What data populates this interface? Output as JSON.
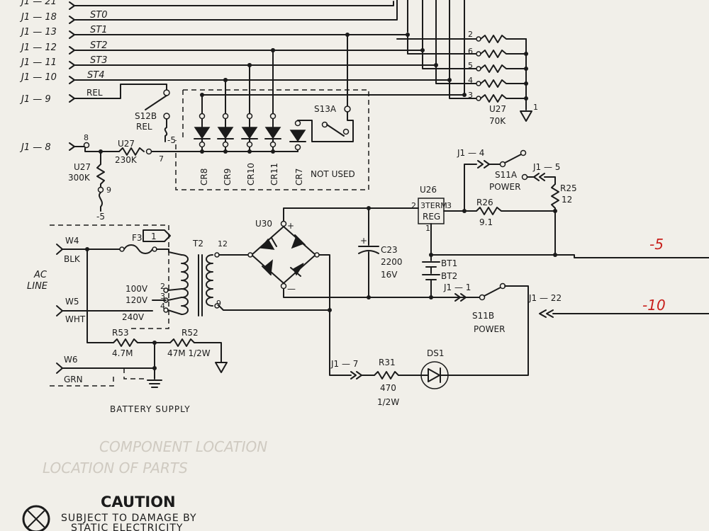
{
  "connector_inputs": {
    "top": "J1 — 21",
    "stl": [
      {
        "pin": "J1 — 18",
        "sig": "ST0"
      },
      {
        "pin": "J1 — 13",
        "sig": "ST1"
      },
      {
        "pin": "J1 — 12",
        "sig": "ST2"
      },
      {
        "pin": "J1 — 11",
        "sig": "ST3"
      },
      {
        "pin": "J1 — 10",
        "sig": "ST4"
      }
    ],
    "rel_pin": "J1 — 9",
    "rel_sig": "REL",
    "j1_8": "J1 — 8"
  },
  "switches": {
    "s12b": "S12B",
    "s12b_sub": "REL",
    "s13a": "S13A",
    "s11a": "S11A",
    "s11a_sub": "POWER",
    "s11b": "S11B",
    "s11b_sub": "POWER"
  },
  "diodes": [
    "CR8",
    "CR9",
    "CR10",
    "CR11",
    "CR7"
  ],
  "not_used": "NOT USED",
  "resistor_pack": {
    "pins": [
      "2",
      "6",
      "5",
      "4",
      "3"
    ],
    "gnd_pin": "1",
    "name": "U27",
    "value": "70K"
  },
  "u27_series": {
    "name": "U27",
    "value": "230K",
    "pin_in": "8",
    "pin_out": "7"
  },
  "u27_shunt": {
    "name": "U27",
    "value": "300K",
    "pin": "9"
  },
  "minus5_small": "-5",
  "regulator": {
    "name": "U26",
    "line1": "3TERM",
    "line2": "REG",
    "pin_in": "2",
    "pin_out": "3",
    "pin_gnd": "1"
  },
  "r26": {
    "name": "R26",
    "value": "9.1"
  },
  "r25": {
    "name": "R25",
    "value": "12"
  },
  "j1_4": "J1 — 4",
  "j1_5": "J1 — 5",
  "j1_1": "J1 — 1",
  "j1_22": "J1 — 22",
  "j1_7": "J1 — 7",
  "bridge": {
    "name": "U30",
    "plus": "+",
    "minus": "—"
  },
  "c23": {
    "name": "C23",
    "value": "2200",
    "voltage": "16V",
    "polarity": "+"
  },
  "battery": {
    "bt1": "BT1",
    "bt2": "BT2"
  },
  "transformer": {
    "name": "T2",
    "pin12": "12",
    "pin9": "9",
    "taps": [
      {
        "label": "100V",
        "pin": "2"
      },
      {
        "label": "120V",
        "pin": "3"
      },
      {
        "label": "240V",
        "pin": "4"
      }
    ]
  },
  "fuse": {
    "name": "F3",
    "box": "1"
  },
  "wires": [
    {
      "name": "W4",
      "color": "BLK"
    },
    {
      "name": "W5",
      "color": "WHT"
    },
    {
      "name": "W6",
      "color": "GRN"
    }
  ],
  "ac_line": [
    "AC",
    "LINE"
  ],
  "r53": {
    "name": "R53",
    "value": "4.7M"
  },
  "r52": {
    "name": "R52",
    "value": "47M 1/2W"
  },
  "r31": {
    "name": "R31",
    "value": "470",
    "power": "1/2W"
  },
  "ds1": "DS1",
  "battery_supply": "BATTERY SUPPLY",
  "outputs": {
    "minus5": "-5",
    "minus10": "-10"
  },
  "caution": {
    "title": "CAUTION",
    "line1": "SUBJECT TO DAMAGE BY",
    "line2": "STATIC ELECTRICITY"
  }
}
